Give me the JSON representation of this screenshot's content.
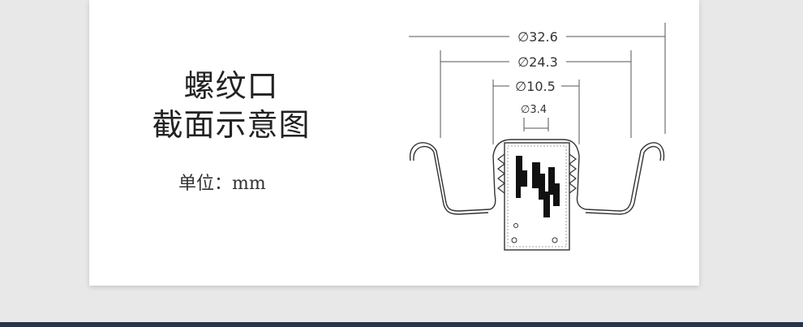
{
  "title_line1": "螺纹口",
  "title_line2": "截面示意图",
  "unit_label": "单位：mm",
  "dimensions": {
    "outer": "∅32.6",
    "middle": "∅24.3",
    "inner": "∅10.5",
    "hole": "∅3.4"
  },
  "colors": {
    "line": "#333333",
    "strip": "#27344a"
  }
}
